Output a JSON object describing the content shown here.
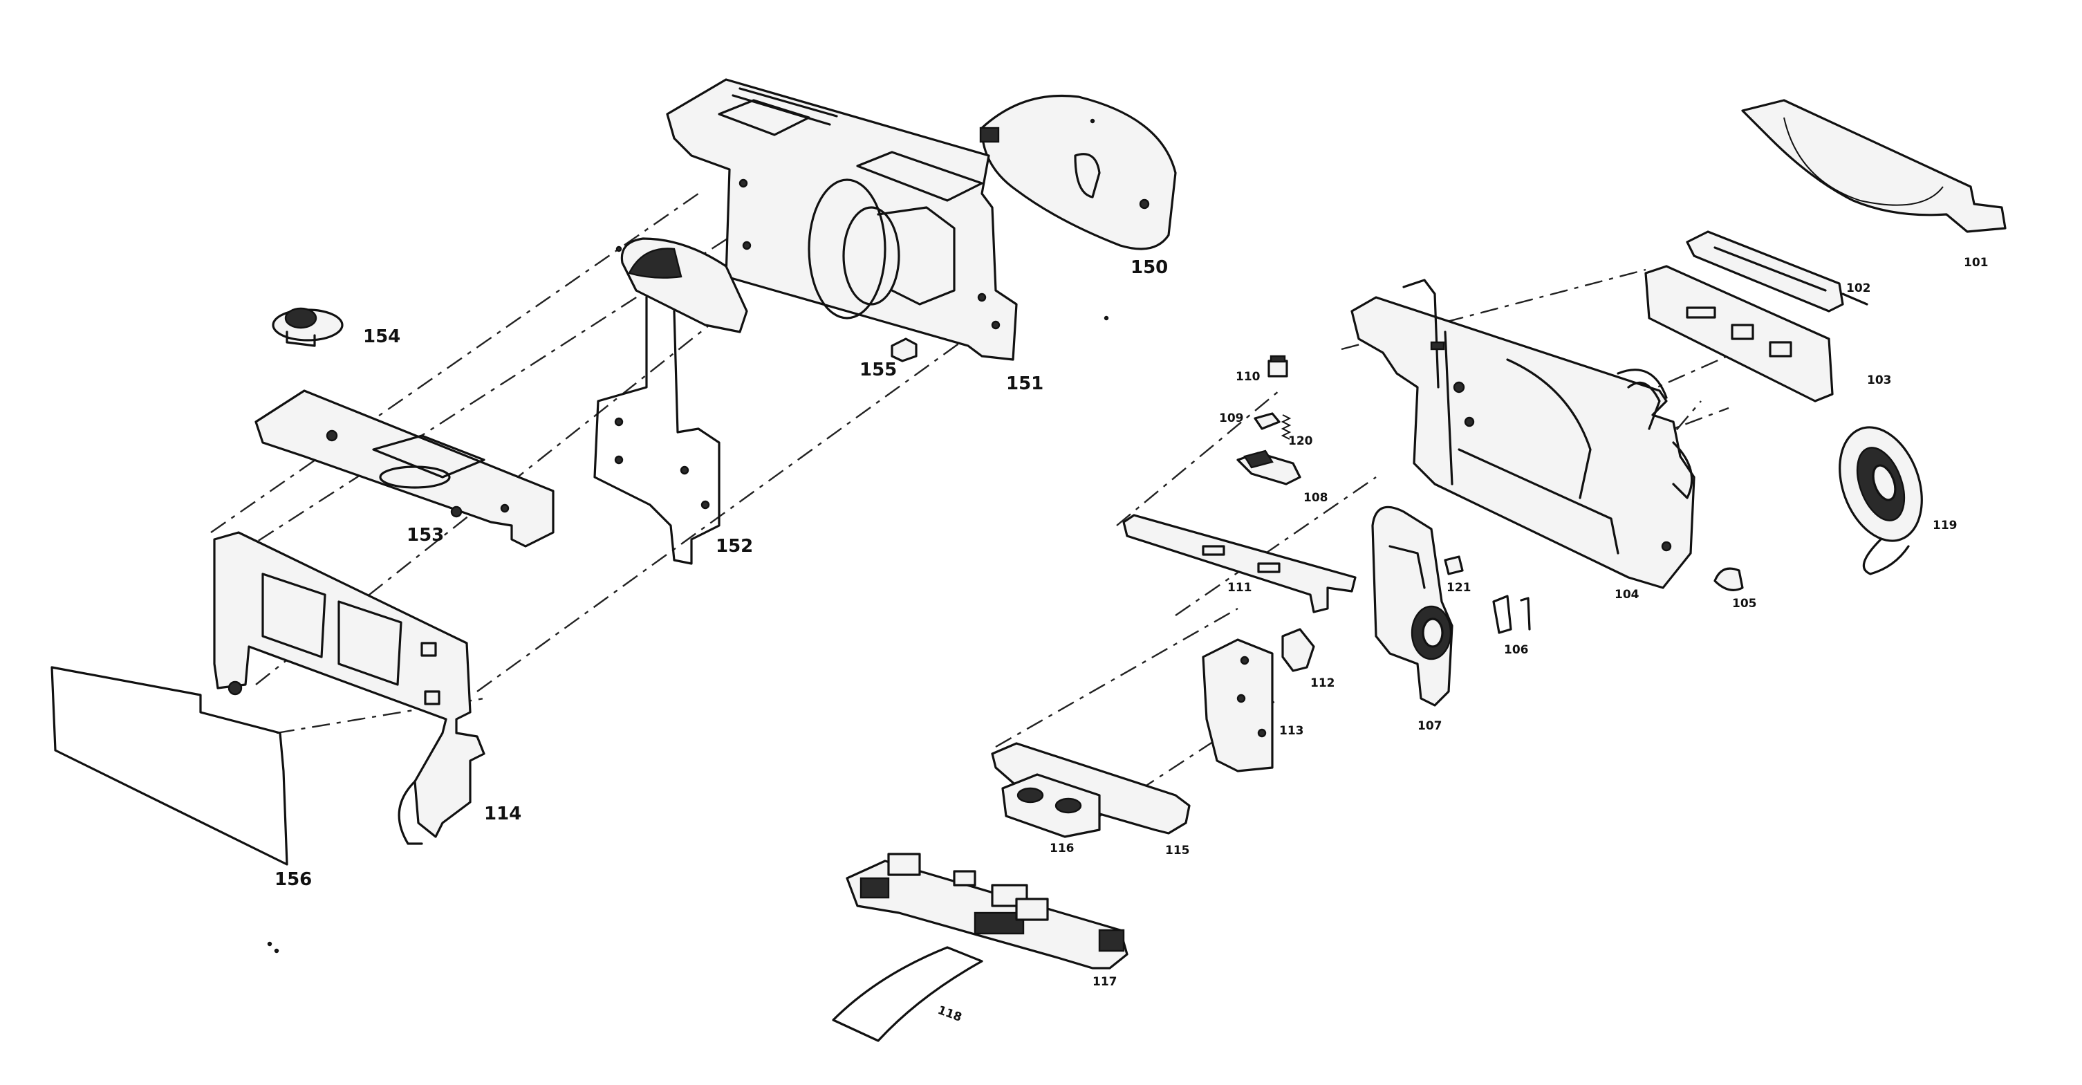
{
  "callouts": {
    "p101": "101",
    "p102": "102",
    "p103": "103",
    "p104": "104",
    "p105": "105",
    "p106": "106",
    "p107": "107",
    "p108": "108",
    "p109": "109",
    "p110": "110",
    "p111": "111",
    "p112": "112",
    "p113": "113",
    "p114": "114",
    "p115": "115",
    "p116": "116",
    "p117": "117",
    "p118": "118",
    "p119": "119",
    "p120": "120",
    "p121": "121",
    "p150": "150",
    "p151": "151",
    "p152": "152",
    "p153": "153",
    "p154": "154",
    "p155": "155",
    "p156": "156"
  }
}
